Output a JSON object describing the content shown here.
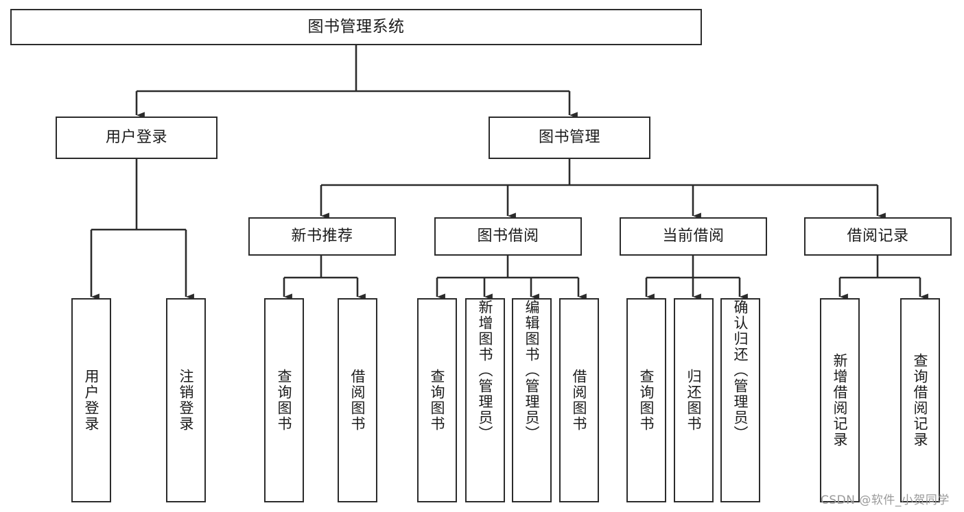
{
  "diagram": {
    "title_root": "图书管理系统",
    "level2": [
      {
        "id": "user-login",
        "label": "用户登录"
      },
      {
        "id": "book-management",
        "label": "图书管理"
      }
    ],
    "level3": [
      {
        "id": "new-book-recommend",
        "label": "新书推荐"
      },
      {
        "id": "book-borrow",
        "label": "图书借阅"
      },
      {
        "id": "current-borrow",
        "label": "当前借阅"
      },
      {
        "id": "borrow-record",
        "label": "借阅记录"
      }
    ],
    "leaves": {
      "user_login": [
        {
          "id": "leaf-user-login",
          "label": "用户登录"
        },
        {
          "id": "leaf-logout-login",
          "label": "注销登录"
        }
      ],
      "new_book_recommend": [
        {
          "id": "leaf-query-book-1",
          "label": "查询图书"
        },
        {
          "id": "leaf-borrow-book-1",
          "label": "借阅图书"
        }
      ],
      "book_borrow": [
        {
          "id": "leaf-query-book-2",
          "label": "查询图书"
        },
        {
          "id": "leaf-add-book-admin",
          "label": "新增图书（管理员）"
        },
        {
          "id": "leaf-edit-book-admin",
          "label": "编辑图书（管理员）"
        },
        {
          "id": "leaf-borrow-book-2",
          "label": "借阅图书"
        }
      ],
      "current_borrow": [
        {
          "id": "leaf-query-book-3",
          "label": "查询图书"
        },
        {
          "id": "leaf-return-book",
          "label": "归还图书"
        },
        {
          "id": "leaf-confirm-return-admin",
          "label": "确认归还（管理员）"
        }
      ],
      "borrow_record": [
        {
          "id": "leaf-add-borrow-record",
          "label": "新增借阅记录"
        },
        {
          "id": "leaf-query-borrow-record",
          "label": "查询借阅记录"
        }
      ]
    },
    "watermark": "CSDN @软件_小贺同学",
    "colors": {
      "stroke": "#2b2b2b",
      "fill": "#ffffff",
      "text": "#1b1b1b",
      "watermark": "#9a9a9a"
    }
  }
}
